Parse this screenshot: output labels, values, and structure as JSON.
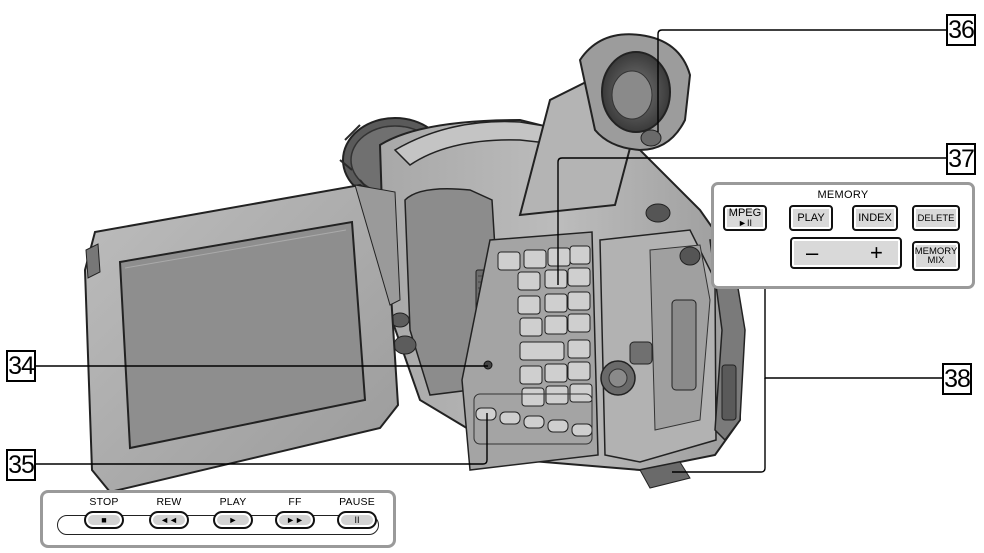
{
  "callouts": {
    "c34": "34",
    "c35": "35",
    "c36": "36",
    "c37": "37",
    "c38": "38"
  },
  "memory_panel": {
    "title": "MEMORY",
    "mpeg_line1": "MPEG",
    "mpeg_line2": "►II",
    "play": "PLAY",
    "index": "INDEX",
    "delete": "DELETE",
    "minus": "–",
    "plus": "+",
    "mix_line1": "MEMORY",
    "mix_line2": "MIX"
  },
  "tape_panel": {
    "stop": {
      "label": "STOP",
      "symbol": "■"
    },
    "rew": {
      "label": "REW",
      "symbol": "◄◄"
    },
    "play": {
      "label": "PLAY",
      "symbol": "►"
    },
    "ff": {
      "label": "FF",
      "symbol": "►►"
    },
    "pause": {
      "label": "PAUSE",
      "symbol": "II"
    }
  },
  "colors": {
    "body": "#b0b0b0",
    "dark": "#4a4a4a",
    "screen": "#8e8e8e",
    "panel_border": "#9a9a9a"
  }
}
